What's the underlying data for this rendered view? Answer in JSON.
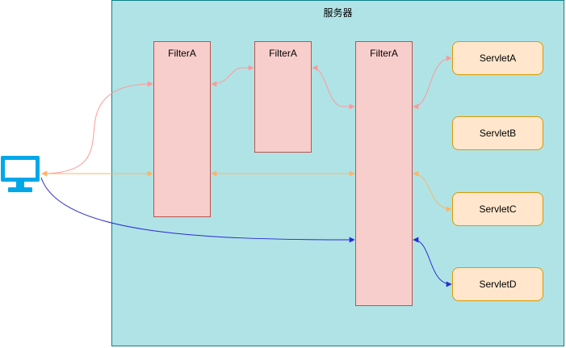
{
  "server": {
    "title": "服务器"
  },
  "filters": [
    {
      "label": "FilterA"
    },
    {
      "label": "FilterA"
    },
    {
      "label": "FilterA"
    }
  ],
  "servlets": [
    {
      "label": "ServletA"
    },
    {
      "label": "ServletB"
    },
    {
      "label": "ServletC"
    },
    {
      "label": "ServletD"
    }
  ],
  "client": {
    "icon": "monitor-icon"
  },
  "colors": {
    "server_fill": "#b0e3e6",
    "server_stroke": "#0e8088",
    "filter_fill": "#f8cecc",
    "filter_stroke": "#b85450",
    "servlet_fill": "#ffe6cc",
    "servlet_stroke": "#d79b00",
    "monitor": "#00a8e8",
    "flow_a": "#ff9999",
    "flow_c": "#ffb366",
    "flow_d": "#2929d6"
  }
}
